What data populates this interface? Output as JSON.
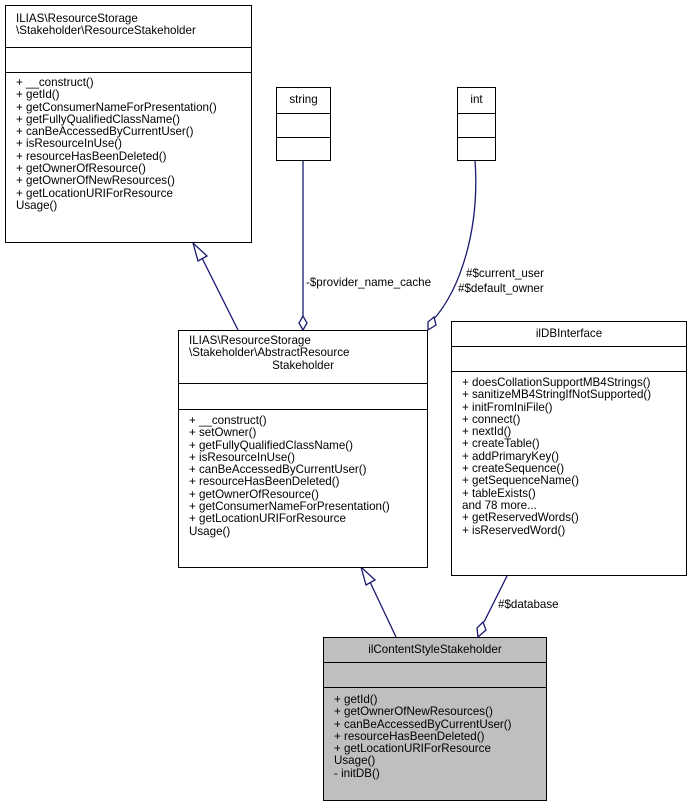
{
  "classes": {
    "resource_stakeholder": {
      "title": [
        "ILIAS\\ResourceStorage",
        "\\Stakeholder\\ResourceStakeholder"
      ],
      "methods": [
        "+ __construct()",
        "+ getId()",
        "+ getConsumerNameForPresentation()",
        "+ getFullyQualifiedClassName()",
        "+ canBeAccessedByCurrentUser()",
        "+ isResourceInUse()",
        "+ resourceHasBeenDeleted()",
        "+ getOwnerOfResource()",
        "+ getOwnerOfNewResources()",
        "+ getLocationURIForResource",
        "Usage()"
      ]
    },
    "string_type": {
      "title": [
        "string"
      ]
    },
    "int_type": {
      "title": [
        "int"
      ]
    },
    "abstract_stakeholder": {
      "title": [
        "ILIAS\\ResourceStorage",
        "\\Stakeholder\\AbstractResource",
        "Stakeholder"
      ],
      "methods": [
        "+ __construct()",
        "+ setOwner()",
        "+ getFullyQualifiedClassName()",
        "+ isResourceInUse()",
        "+ canBeAccessedByCurrentUser()",
        "+ resourceHasBeenDeleted()",
        "+ getOwnerOfResource()",
        "+ getConsumerNameForPresentation()",
        "+ getLocationURIForResource",
        "Usage()"
      ]
    },
    "db_interface": {
      "title": [
        "ilDBInterface"
      ],
      "methods": [
        "+ doesCollationSupportMB4Strings()",
        "+ sanitizeMB4StringIfNotSupported()",
        "+ initFromIniFile()",
        "+ connect()",
        "+ nextId()",
        "+ createTable()",
        "+ addPrimaryKey()",
        "+ createSequence()",
        "+ getSequenceName()",
        "+ tableExists()",
        "and 78 more...",
        "+ getReservedWords()",
        "+ isReservedWord()"
      ]
    },
    "content_style_stakeholder": {
      "title": [
        "ilContentStyleStakeholder"
      ],
      "methods": [
        "+ getId()",
        "+ getOwnerOfNewResources()",
        "+ canBeAccessedByCurrentUser()",
        "+ resourceHasBeenDeleted()",
        "+ getLocationURIForResource",
        "Usage()",
        "- initDB()"
      ]
    }
  },
  "edge_labels": {
    "provider_name_cache": "-$provider_name_cache",
    "current_user": "#$current_user",
    "default_owner": "#$default_owner",
    "database": "#$database"
  },
  "colors": {
    "edge": "#191970",
    "main_fill": "#bfbfbf",
    "border": "#000000"
  }
}
